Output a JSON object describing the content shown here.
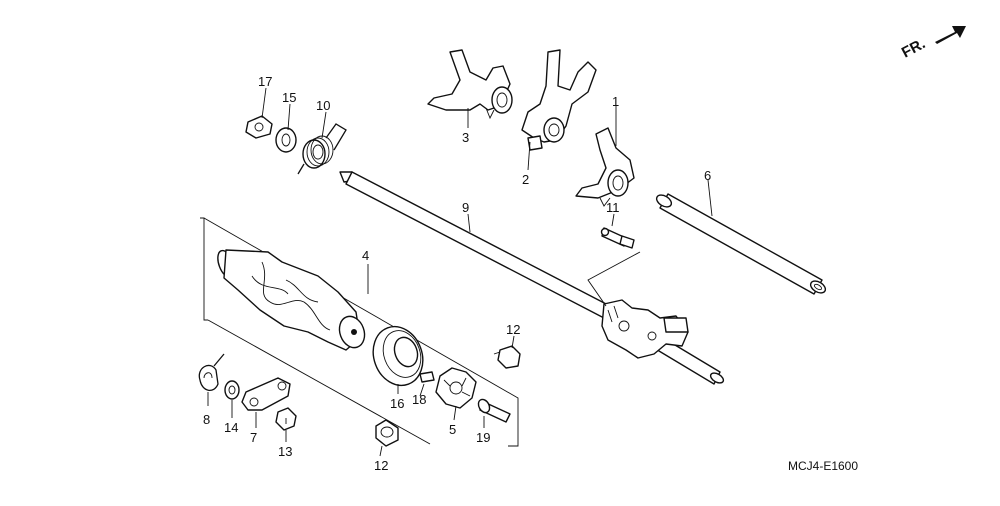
{
  "diagram": {
    "code": "MCJ4-E1600",
    "direction_label": "FR.",
    "callouts": [
      {
        "id": "c1",
        "label": "1"
      },
      {
        "id": "c2",
        "label": "2"
      },
      {
        "id": "c3",
        "label": "3"
      },
      {
        "id": "c4",
        "label": "4"
      },
      {
        "id": "c5",
        "label": "5"
      },
      {
        "id": "c6",
        "label": "6"
      },
      {
        "id": "c7",
        "label": "7"
      },
      {
        "id": "c8",
        "label": "8"
      },
      {
        "id": "c9",
        "label": "9"
      },
      {
        "id": "c10",
        "label": "10"
      },
      {
        "id": "c11",
        "label": "11"
      },
      {
        "id": "c12a",
        "label": "12"
      },
      {
        "id": "c12b",
        "label": "12"
      },
      {
        "id": "c13",
        "label": "13"
      },
      {
        "id": "c14",
        "label": "14"
      },
      {
        "id": "c15",
        "label": "15"
      },
      {
        "id": "c16",
        "label": "16"
      },
      {
        "id": "c17",
        "label": "17"
      },
      {
        "id": "c18",
        "label": "18"
      },
      {
        "id": "c19",
        "label": "19"
      }
    ]
  }
}
